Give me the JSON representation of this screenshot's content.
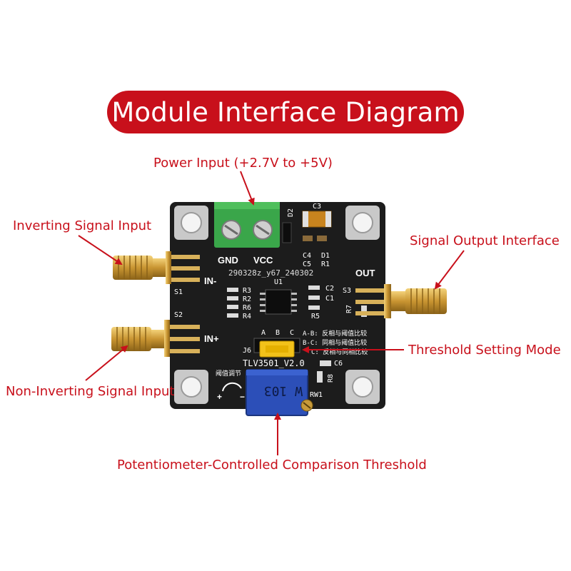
{
  "title": "Module Interface Diagram",
  "callouts": {
    "power_input": "Power Input (+2.7V to +5V)",
    "inverting_input": "Inverting Signal Input",
    "signal_output": "Signal Output Interface",
    "threshold_mode": "Threshold Setting Mode",
    "non_inverting_input": "Non-Inverting Signal Input",
    "potentiometer": "Potentiometer-Controlled Comparison Threshold"
  },
  "board": {
    "gnd": "GND",
    "vcc": "VCC",
    "serial": "290328z_y67_240302",
    "model": "TLV3501_V2.0",
    "in_minus": "IN-",
    "in_plus": "IN+",
    "out": "OUT",
    "s1": "S1",
    "s2": "S2",
    "s3": "S3",
    "u1": "U1",
    "c3": "C3",
    "d2": "D2",
    "c4": "C4",
    "d1": "D1",
    "c5": "C5",
    "r1": "R1",
    "r3": "R3",
    "r2": "R2",
    "r6": "R6",
    "r4": "R4",
    "c2": "C2",
    "c1": "C1",
    "r5": "R5",
    "r7": "R7",
    "r8": "R8",
    "c6": "C6",
    "rw1": "RW1",
    "j6": "J6",
    "jumper_a": "A",
    "jumper_b": "B",
    "jumper_c": "C",
    "mode_ab": "A-B: 反相与阈值比较",
    "mode_bc": "B-C: 同相与阈值比较",
    "mode_c": "C: 反相与同相比较",
    "threshold_adjust": "阈值调节",
    "plus": "+",
    "minus": "−",
    "pot_code": "W 103"
  },
  "colors": {
    "accent": "#c8101b",
    "pcb": "#1c1c1c",
    "terminal": "#3aa64a",
    "jumper": "#f2c21a",
    "pot": "#2c4fb8",
    "sma": "#d6a84a"
  }
}
